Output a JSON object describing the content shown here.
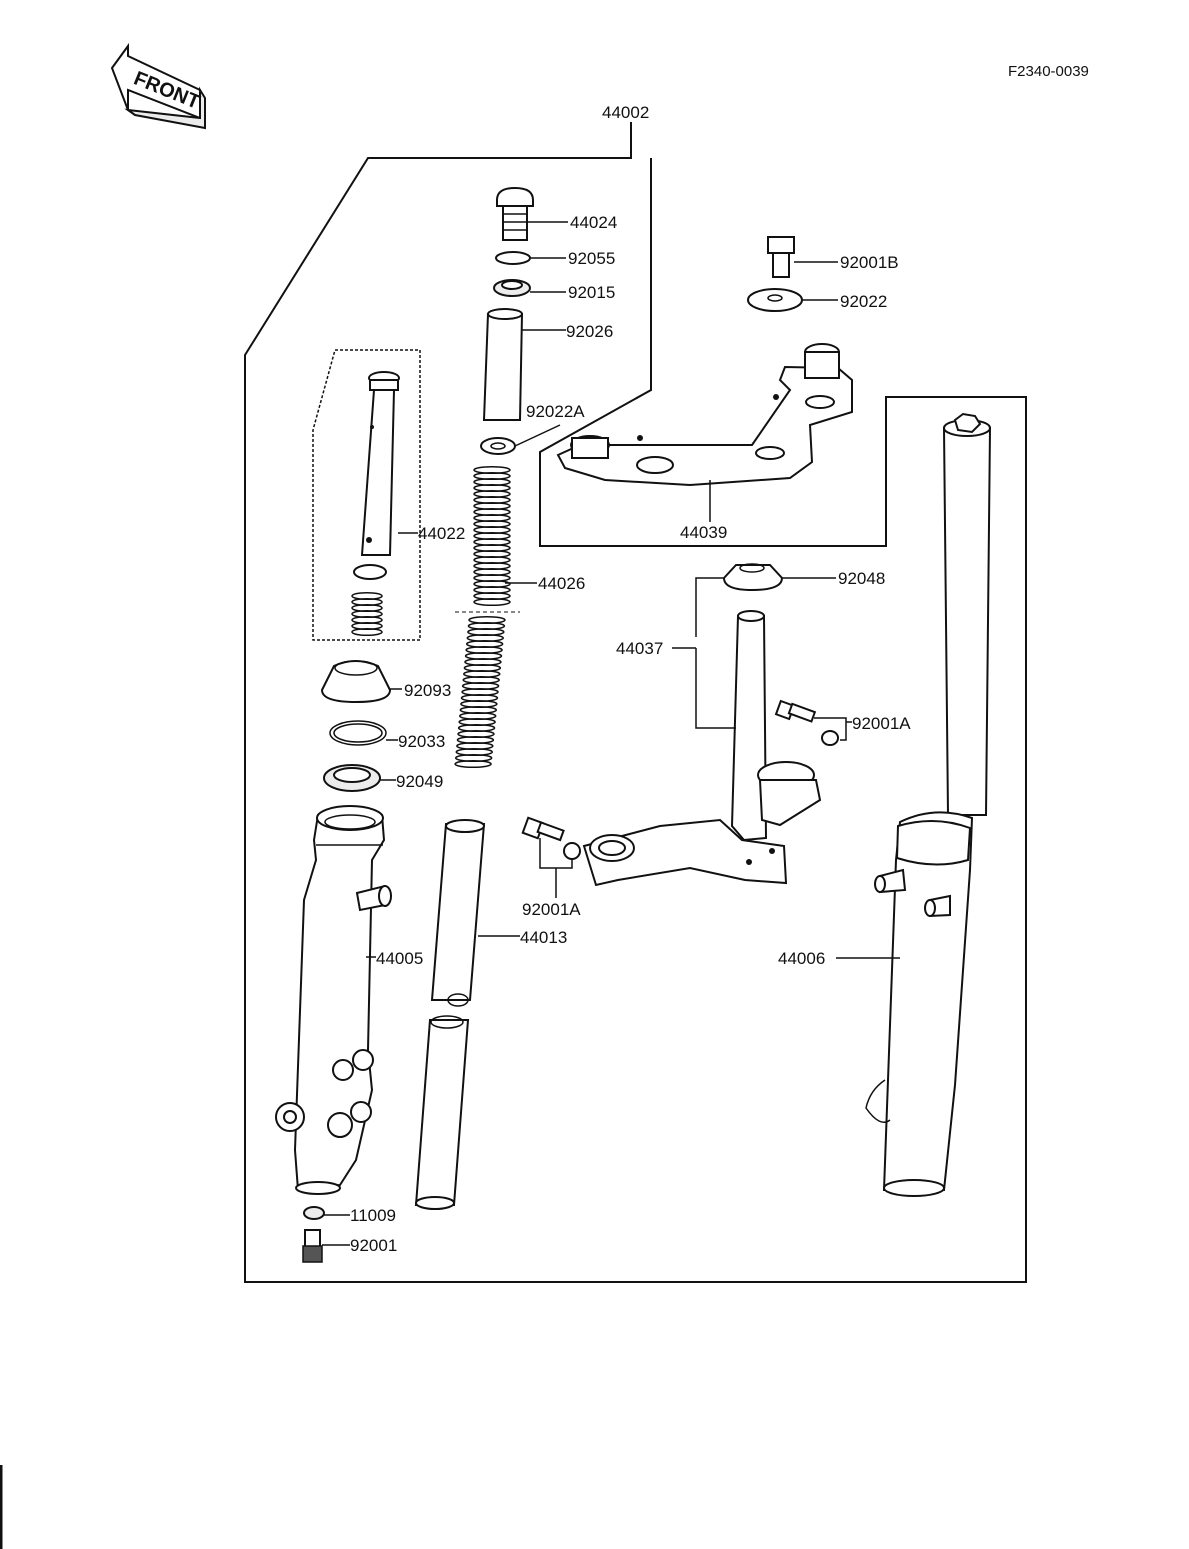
{
  "diagram": {
    "code": "F2340-0039",
    "front_label": "FRONT",
    "labels": {
      "p44002": "44002",
      "p44024": "44024",
      "p92055": "92055",
      "p92015": "92015",
      "p92026": "92026",
      "p92022A": "92022A",
      "p92001B": "92001B",
      "p92022": "92022",
      "p44022": "44022",
      "p44026": "44026",
      "p44039": "44039",
      "p92048": "92048",
      "p44037": "44037",
      "p92001A_right": "92001A",
      "p92093": "92093",
      "p92033": "92033",
      "p92049": "92049",
      "p92001A_bottom": "92001A",
      "p44013": "44013",
      "p44005": "44005",
      "p44006": "44006",
      "p11009": "11009",
      "p92001": "92001"
    }
  }
}
